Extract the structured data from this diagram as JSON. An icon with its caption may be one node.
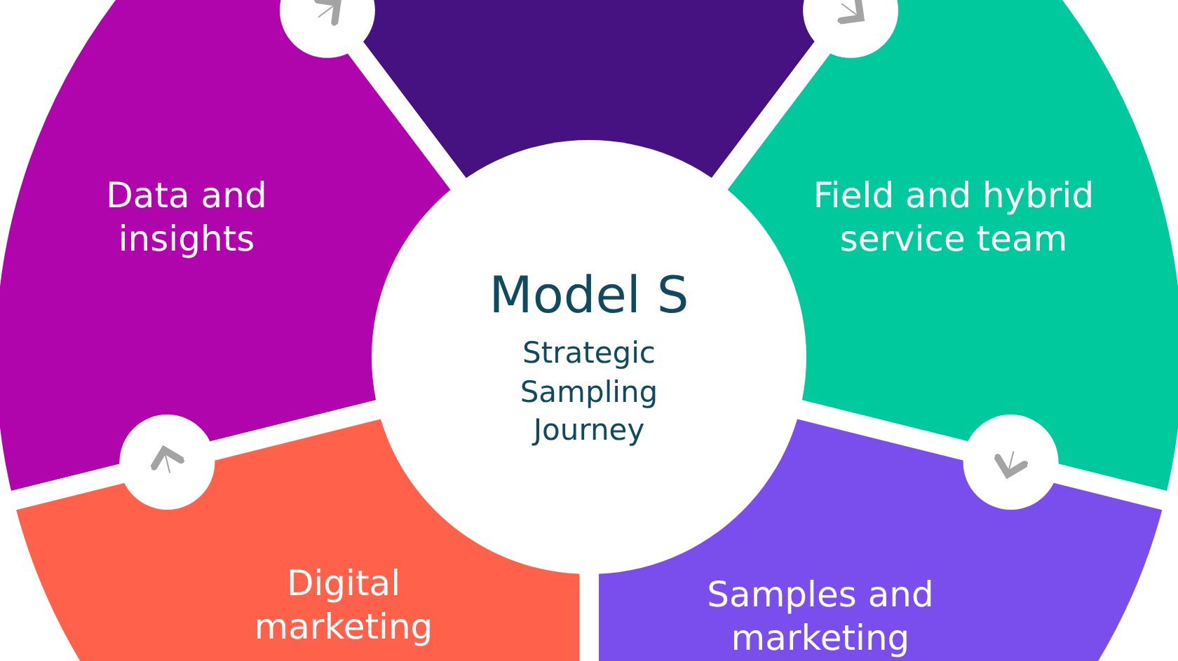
{
  "diagram": {
    "nodes": [
      {
        "text": [],
        "shape": "box"
      },
      {
        "text": [
          "Data and insights"
        ]
      },
      {
        "text": [
          "Field and hybrid service team"
        ]
      },
      {
        "text": [
          "Model S",
          "Strategic Sampling Journey"
        ]
      },
      {
        "text": [
          "Digital marketing"
        ]
      },
      {
        "text": [
          "Samples and marketing"
        ]
      }
    ],
    "edges": [
      {
        "from": 4,
        "to": 1,
        "arrow": "to"
      },
      {
        "from": 1,
        "to": 0,
        "arrow": "to"
      },
      {
        "from": 0,
        "to": 2,
        "arrow": "to"
      },
      {
        "from": 2,
        "to": 5,
        "arrow": "to"
      }
    ]
  }
}
